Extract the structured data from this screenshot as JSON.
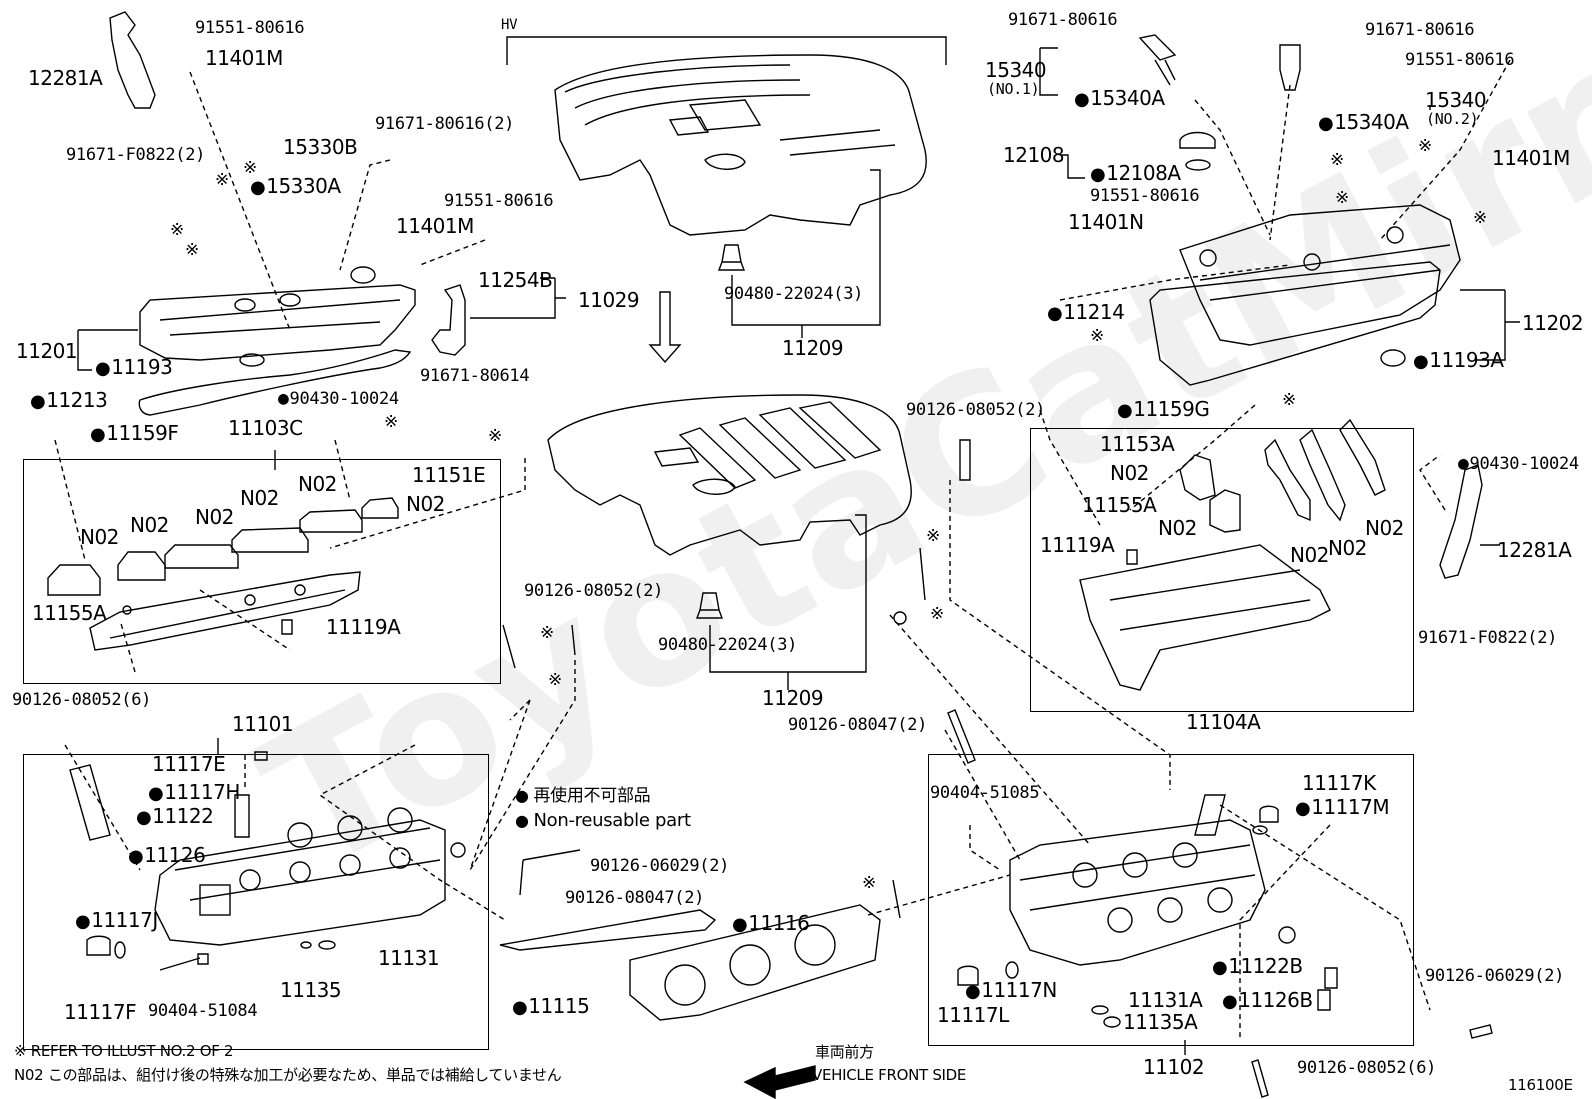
{
  "watermark": "ToyotaCatMirror",
  "hv_label": "HV",
  "diagram_code": "116100E",
  "legend": {
    "jp": "再使用不可部品",
    "en": "Non-reusable part"
  },
  "notes": {
    "refer": "※ REFER TO ILLUST NO.2 OF 2",
    "n02": "N02 この部品は、組付け後の特殊な加工が必要なため、単品では補給していません"
  },
  "direction": {
    "jp": "車両前方",
    "en": "VEHICLE FRONT SIDE"
  },
  "labels": {
    "p91551_tl": "91551-80616",
    "p11401M_tl": "11401M",
    "p12281A_tl": "12281A",
    "p91671F_tl": "91671-F0822(2)",
    "p91671_2": "91671-80616(2)",
    "p15330B": "15330B",
    "p15330A": "15330A",
    "p91551_mid": "91551-80616",
    "p11401M_mid": "11401M",
    "p11254B": "11254B",
    "p11029": "11029",
    "p91671_80614": "91671-80614",
    "p11201": "11201",
    "p11193": "11193",
    "p11213": "11213",
    "p90430_l": "90430-10024",
    "p11159F": "11159F",
    "p11103C": "11103C",
    "p11151E": "11151E",
    "n02": "N02",
    "p11155A_l": "11155A",
    "p11119A_l": "11119A",
    "p90480_top": "90480-22024(3)",
    "p11209_top": "11209",
    "p90126_08052_2_mid": "90126-08052(2)",
    "p90480_bot": "90480-22024(3)",
    "p11209_bot": "11209",
    "p90126_08052_6_l": "90126-08052(6)",
    "p11101": "11101",
    "p11117E": "11117E",
    "p11117H": "11117H",
    "p11122": "11122",
    "p11126": "11126",
    "p11117J": "11117J",
    "p11117F": "11117F",
    "p90404_51084": "90404-51084",
    "p11135": "11135",
    "p11131": "11131",
    "p90126_06029_2_mid": "90126-06029(2)",
    "p90126_08047_2_mid": "90126-08047(2)",
    "p11116": "11116",
    "p11115": "11115",
    "p91671_tr1": "91671-80616",
    "p91671_tr2": "91671-80616",
    "p15340_1": "15340",
    "p15340_no1": "(NO.1)",
    "p15340A_1": "15340A",
    "p91551_tr": "91551-80616",
    "p15340_2": "15340",
    "p15340A_2": "15340A",
    "p15340_no2": "(NO.2)",
    "p12108": "12108",
    "p12108A": "12108A",
    "p91551_tr2": "91551-80616",
    "p11401M_tr": "11401M",
    "p11401N": "11401N",
    "p11214": "11214",
    "p11202": "11202",
    "p11193A": "11193A",
    "p90126_08052_2_r": "90126-08052(2)",
    "p11159G": "11159G",
    "p11153A": "11153A",
    "p11155A_r": "11155A",
    "p11119A_r": "11119A",
    "p90430_r": "90430-10024",
    "p12281A_r": "12281A",
    "p91671F_r": "91671-F0822(2)",
    "p11104A": "11104A",
    "p90126_08047_2_r": "90126-08047(2)",
    "p90404_51085": "90404-51085",
    "p11117K": "11117K",
    "p11117M": "11117M",
    "p11122B": "11122B",
    "p11117N": "11117N",
    "p11117L": "11117L",
    "p11131A": "11131A",
    "p11135A": "11135A",
    "p11126B": "11126B",
    "p90126_06029_2_r": "90126-06029(2)",
    "p90126_08052_6_r": "90126-08052(6)",
    "p11102": "11102",
    "ref_mark": "※"
  }
}
